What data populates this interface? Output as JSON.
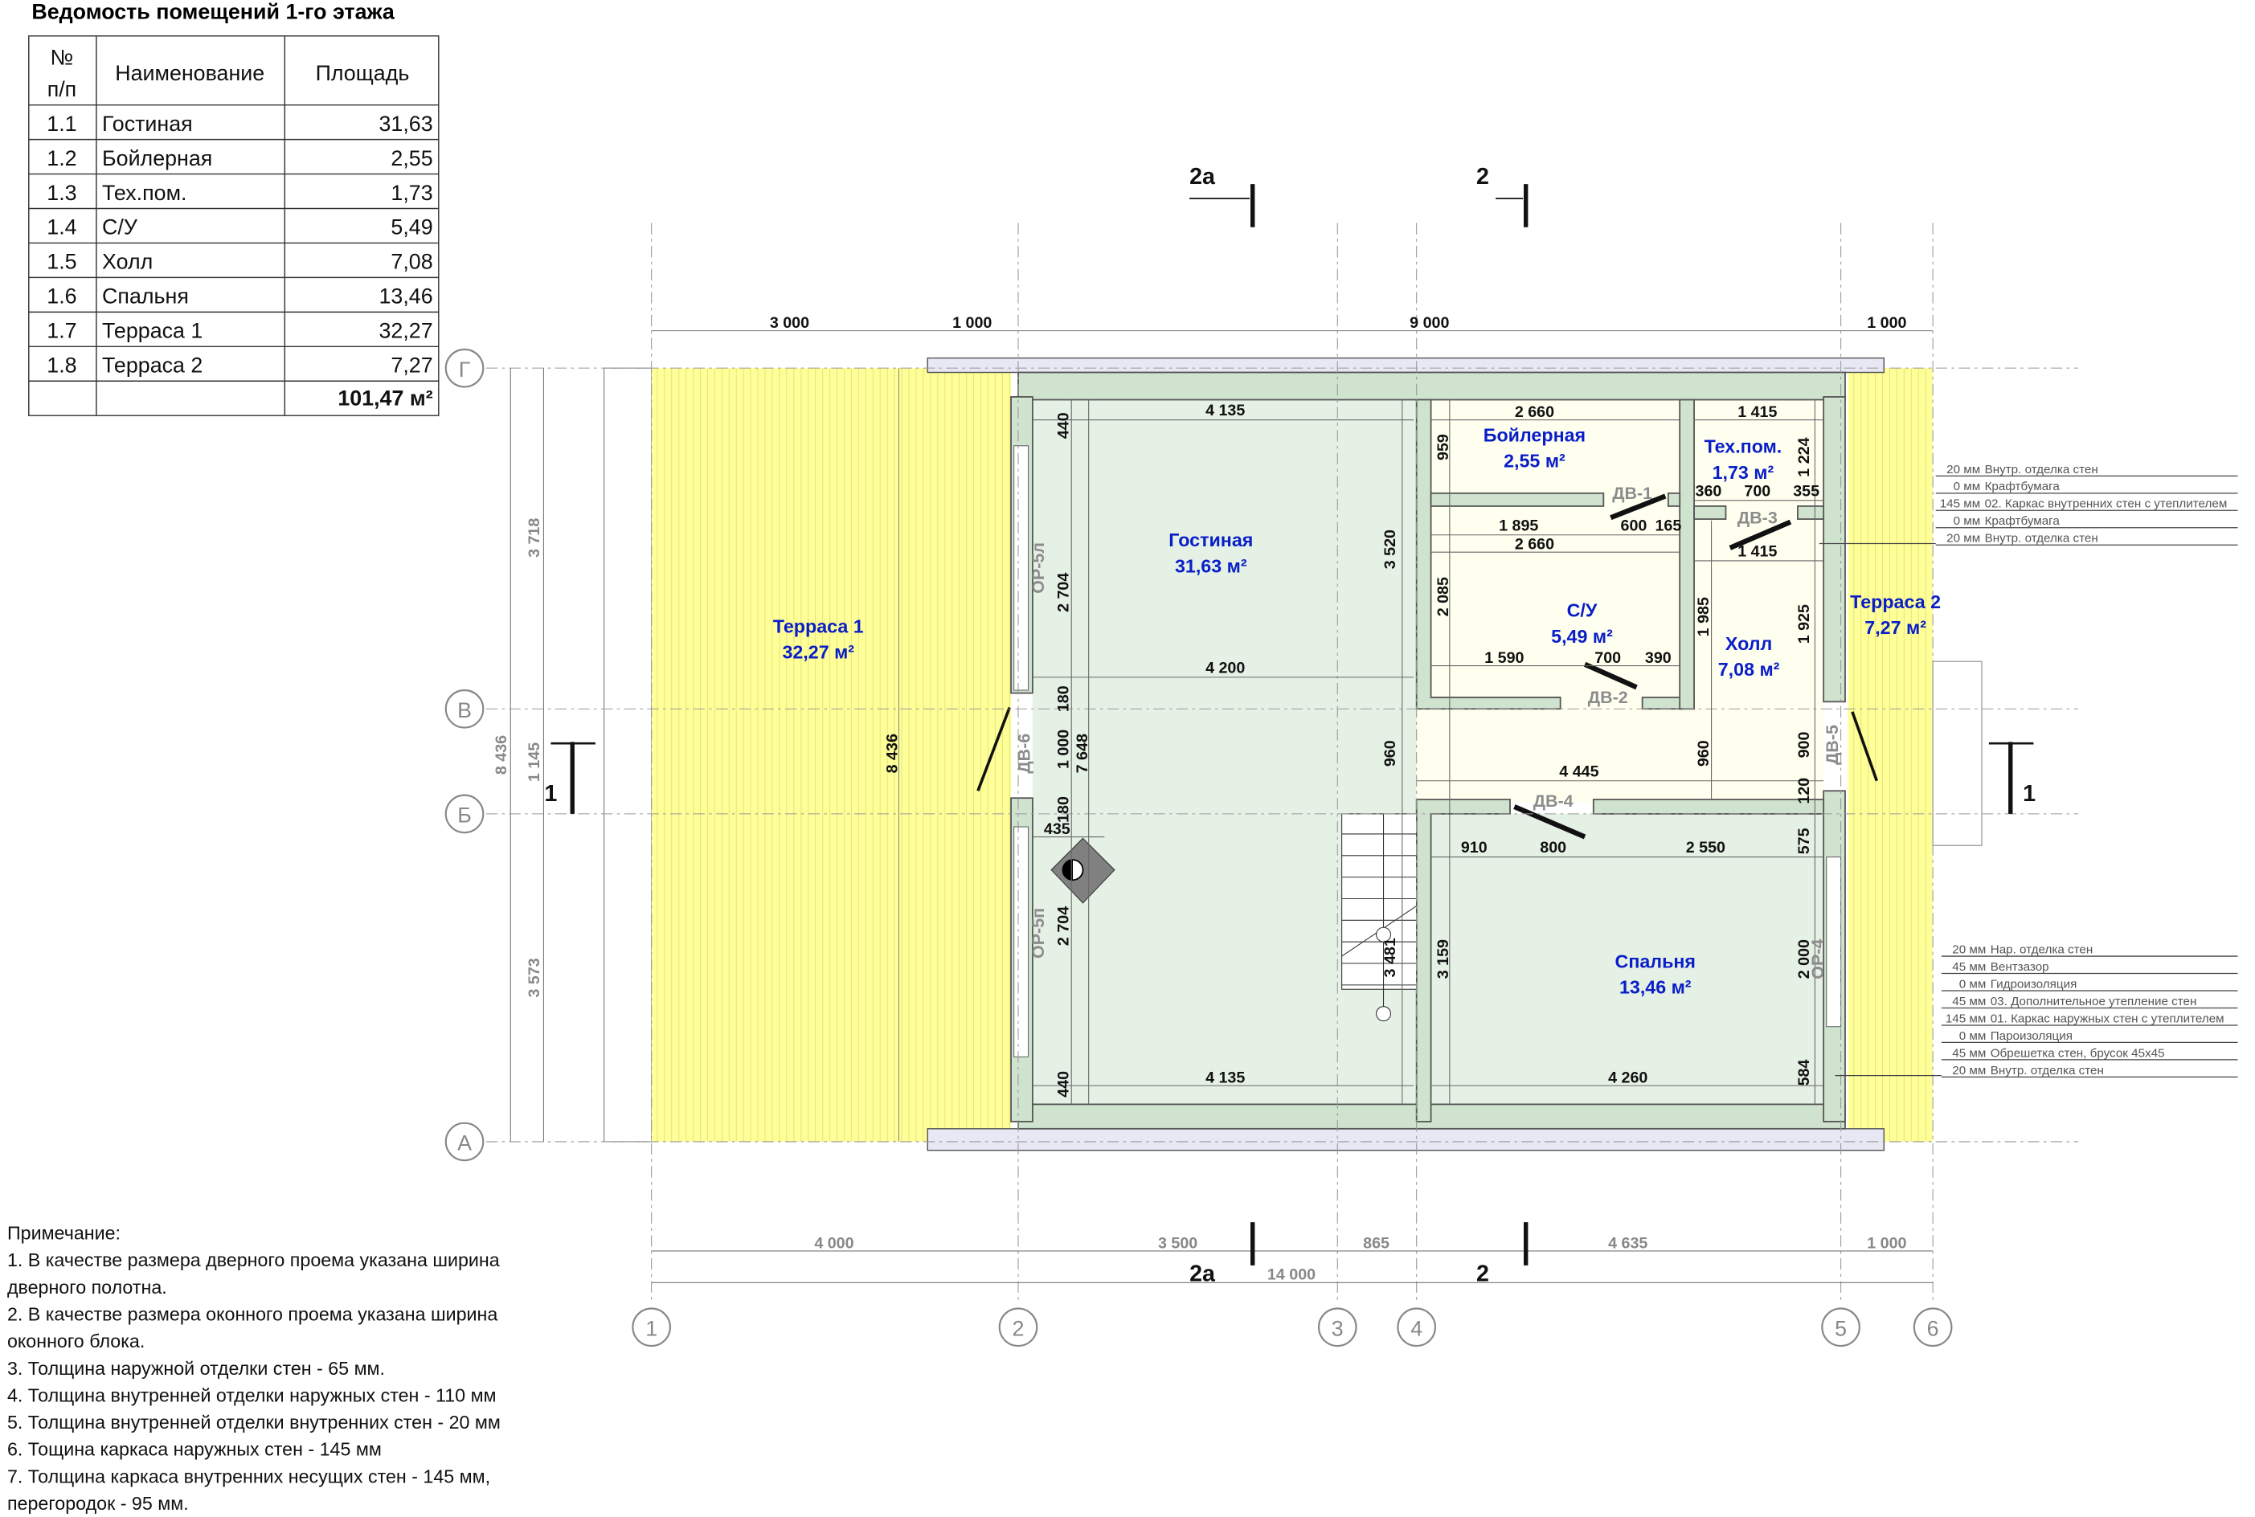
{
  "table": {
    "title": "Ведомость помещений 1-го этажа",
    "headers": {
      "num": "№ п/п",
      "num_a": "№",
      "num_b": "п/п",
      "name": "Наименование",
      "area": "Площадь"
    },
    "rows": [
      {
        "num": "1.1",
        "name": "Гостиная",
        "area": "31,63"
      },
      {
        "num": "1.2",
        "name": "Бойлерная",
        "area": "2,55"
      },
      {
        "num": "1.3",
        "name": "Тех.пом.",
        "area": "1,73"
      },
      {
        "num": "1.4",
        "name": "С/У",
        "area": "5,49"
      },
      {
        "num": "1.5",
        "name": "Холл",
        "area": "7,08"
      },
      {
        "num": "1.6",
        "name": "Спальня",
        "area": "13,46"
      },
      {
        "num": "1.7",
        "name": "Терраса 1",
        "area": "32,27"
      },
      {
        "num": "1.8",
        "name": "Терраса 2",
        "area": "7,27"
      }
    ],
    "total": "101,47 м²"
  },
  "rooms": {
    "terrace1": {
      "name": "Терраса 1",
      "area": "32,27 м²"
    },
    "living": {
      "name": "Гостиная",
      "area": "31,63 м²"
    },
    "boiler": {
      "name": "Бойлерная",
      "area": "2,55 м²"
    },
    "tech": {
      "name": "Тех.пом.",
      "area": "1,73 м²"
    },
    "wc": {
      "name": "С/У",
      "area": "5,49 м²"
    },
    "hall": {
      "name": "Холл",
      "area": "7,08 м²"
    },
    "terrace2": {
      "name": "Терраса 2",
      "area": "7,27 м²"
    },
    "bedroom": {
      "name": "Спальня",
      "area": "13,46 м²"
    }
  },
  "axes": {
    "v": [
      "1",
      "2",
      "3",
      "4",
      "5",
      "6"
    ],
    "h": [
      "Г",
      "В",
      "Б",
      "А"
    ]
  },
  "sections": {
    "s2a": "2а",
    "s2": "2",
    "s1": "1"
  },
  "outer_dims": {
    "top": [
      "3 000",
      "1 000",
      "9 000",
      "1 000"
    ],
    "bottom": [
      "4 000",
      "3 500",
      "865",
      "4 635",
      "1 000"
    ],
    "total": "14 000",
    "left": [
      "3 718",
      "1 145",
      "3 573"
    ],
    "left_total": "8 436"
  },
  "dims": {
    "h": [
      "4 135",
      "2 660",
      "1 415",
      "360",
      "700",
      "355",
      "1 895",
      "600",
      "165",
      "2 660",
      "1 415",
      "4 200",
      "1 590",
      "700",
      "390",
      "4 445",
      "435",
      "910",
      "800",
      "2 550",
      "4 135",
      "4 260"
    ],
    "v": [
      "440",
      "2 704",
      "180",
      "1 000",
      "180",
      "2 704",
      "440",
      "7 648",
      "8 436",
      "3 520",
      "960",
      "959",
      "2 085",
      "3 159",
      "1 985",
      "960",
      "1 224",
      "1 925",
      "900",
      "120",
      "575",
      "2 000",
      "584",
      "3 481"
    ]
  },
  "tags": [
    "ДВ-1",
    "ДВ-2",
    "ДВ-3",
    "ДВ-4",
    "ДВ-5",
    "ДВ-6",
    "ОР-5л",
    "ОР-5п",
    "ОР-4"
  ],
  "legend_inner": [
    {
      "t": "20 мм",
      "d": "Внутр. отделка стен"
    },
    {
      "t": "0 мм",
      "d": "Крафтбумага"
    },
    {
      "t": "145 мм",
      "d": "02. Каркас внутренних стен с утеплителем"
    },
    {
      "t": "0 мм",
      "d": "Крафтбумага"
    },
    {
      "t": "20 мм",
      "d": "Внутр. отделка стен"
    }
  ],
  "legend_outer": [
    {
      "t": "20 мм",
      "d": "Нар. отделка стен"
    },
    {
      "t": "45 мм",
      "d": "Вентзазор"
    },
    {
      "t": "0 мм",
      "d": "Гидроизоляция"
    },
    {
      "t": "45 мм",
      "d": "03. Дополнительное утепление стен"
    },
    {
      "t": "145 мм",
      "d": "01. Каркас наружных стен с утеплителем"
    },
    {
      "t": "0 мм",
      "d": "Пароизоляция"
    },
    {
      "t": "45 мм",
      "d": "Обрешетка стен, брусок 45x45"
    },
    {
      "t": "20 мм",
      "d": "Внутр. отделка стен"
    }
  ],
  "notes": [
    "Примечание:",
    "1. В качестве размера дверного проема указана ширина",
    "дверного полотна.",
    "2. В качестве размера оконного проема указана ширина",
    "оконного блока.",
    "3. Толщина наружной отделки стен - 65 мм.",
    "4. Толщина внутренней отделки наружных стен - 110 мм",
    "5. Толщина внутренней отделки внутренних стен - 20 мм",
    "6. Тощина каркаса наружных стен - 145 мм",
    "7. Толщина каркаса внутренних несущих стен - 145 мм,",
    "перегородок - 95 мм."
  ],
  "colors": {
    "terrace": "#ffff99",
    "living": "#e6f1e6",
    "hall": "#fffff0",
    "wall": "#cfe3cf",
    "room_label": "#0a1ec8"
  }
}
